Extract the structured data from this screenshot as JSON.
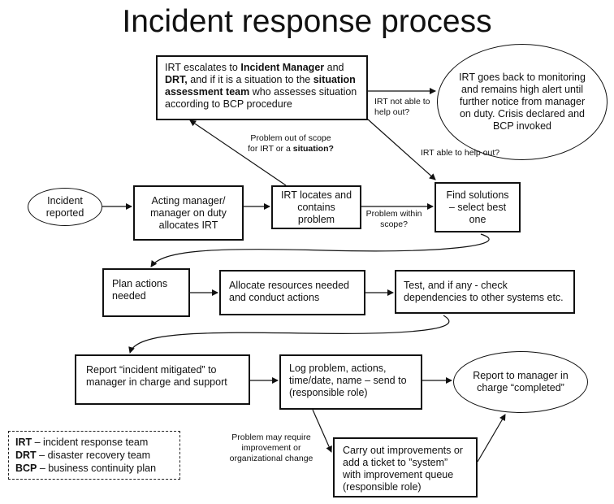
{
  "title": "Incident response process",
  "nodes": {
    "incident_reported": "Incident reported",
    "acting_manager": "Acting manager/ manager on duty allocates IRT",
    "irt_locates": "IRT locates and contains problem",
    "find_solutions": "Find solutions – select best one",
    "escalate": {
      "t1": "IRT escalates to ",
      "b1": "Incident Manager",
      "t2": " and ",
      "b2": "DRT,",
      "t3": " and if it is a situation to the ",
      "b3": "situation assessment team",
      "t4": " who assesses situation according to BCP procedure"
    },
    "back_to_monitoring": "IRT goes back to monitoring and remains high alert until further notice from manager on duty. Crisis declared and BCP invoked",
    "plan_actions": "Plan actions needed",
    "allocate_resources": "Allocate resources needed and conduct actions",
    "test": "Test, and if any - check dependencies to other systems etc.",
    "report_mitigated": "Report “incident mitigated” to manager in charge and support",
    "log_problem": "Log problem, actions, time/date, name – send to (responsible role)",
    "report_completed": "Report to manager in charge “completed”",
    "carry_out": "Carry out improvements or add a ticket to ”system” with improvement queue (responsible role)"
  },
  "edge_labels": {
    "out_of_scope_1": "Problem out of scope",
    "out_of_scope_2": "for IRT or a ",
    "out_of_scope_bold": "situation?",
    "not_able": "IRT not able to help out?",
    "able": "IRT able to help out?",
    "within_scope": "Problem within scope?",
    "may_require": "Problem may require improvement or organizational change"
  },
  "legend": [
    {
      "abbr": "IRT",
      "text": " – incident response team"
    },
    {
      "abbr": "DRT",
      "text": " – disaster recovery team"
    },
    {
      "abbr": "BCP",
      "text": " – business continuity plan"
    }
  ]
}
